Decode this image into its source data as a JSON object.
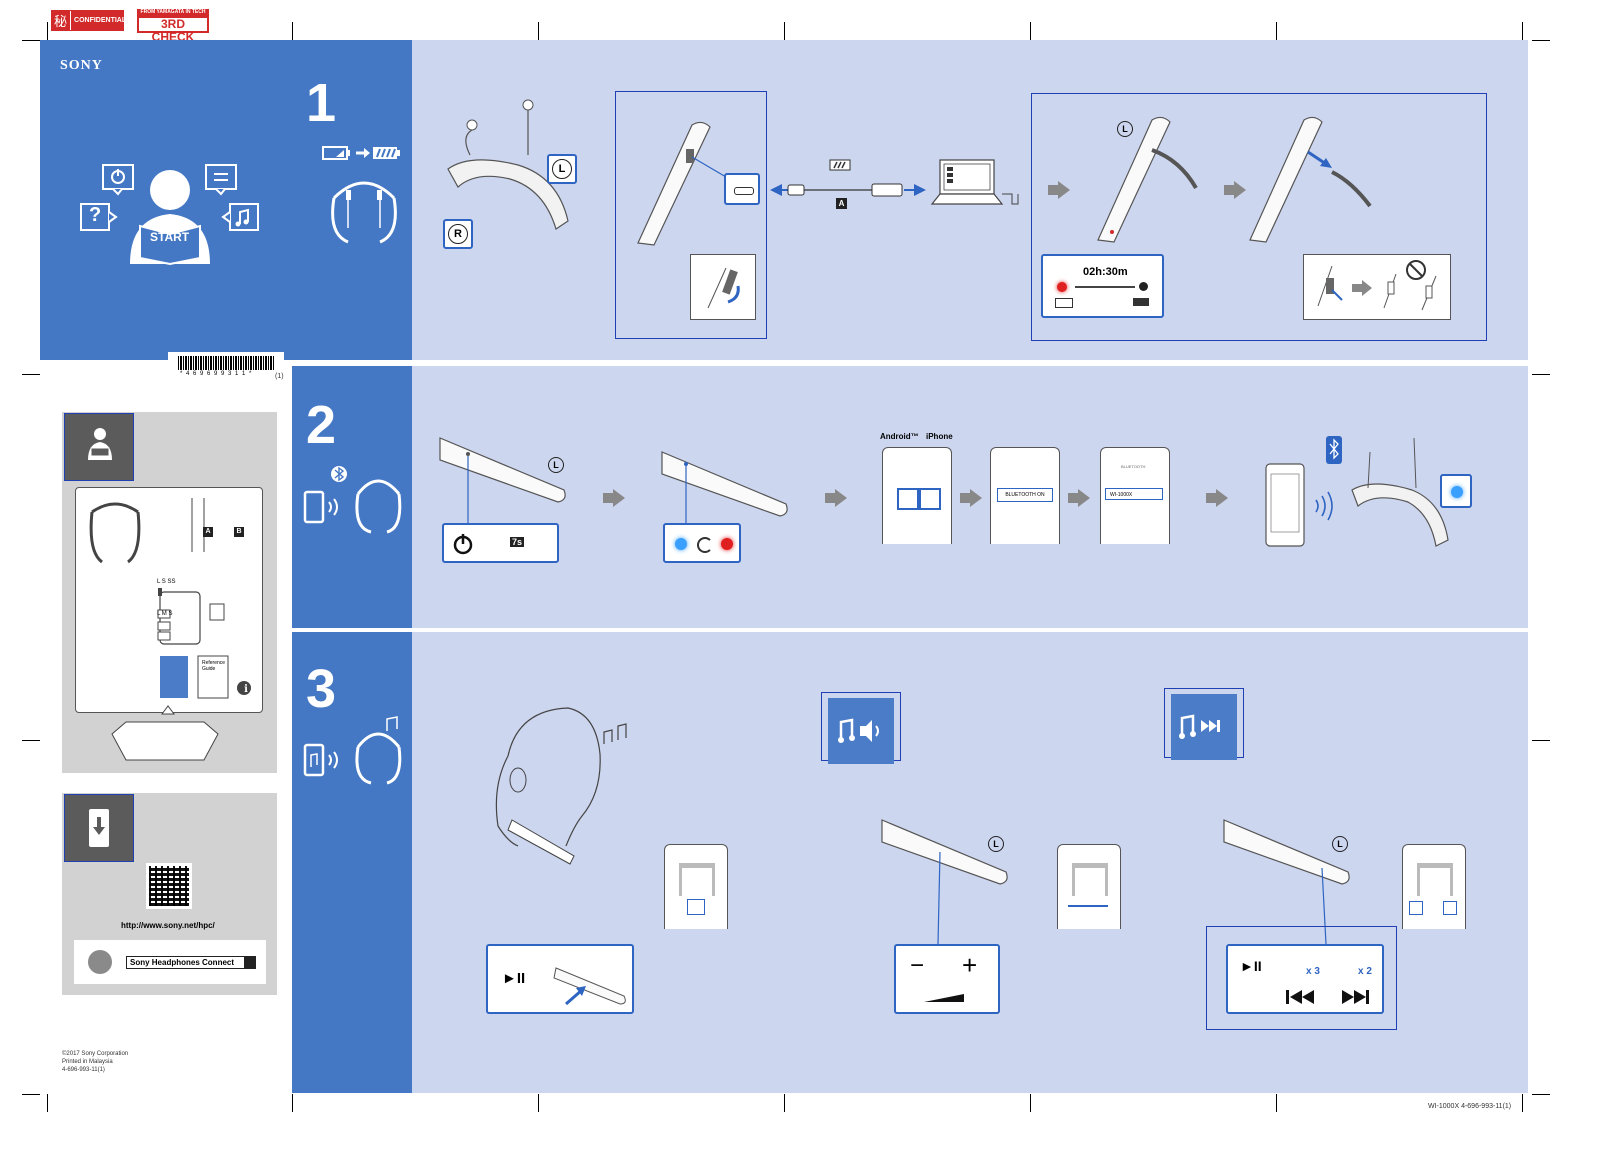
{
  "header": {
    "confidential_icon": "秘",
    "confidential_label": "CONFIDENTIAL",
    "stamp_top": "FROM YAMAGATA IN TECH",
    "stamp_main": "3RD CHECK"
  },
  "cover": {
    "brand": "SONY",
    "model": "WI-1000X",
    "barcode_digits": "* 4 6 9 6 9 9 3 1 1 *",
    "barcode_suffix": "(1)",
    "start_label": "START",
    "question_mark": "?"
  },
  "contents": {
    "size_labels_top": "L  S  SS",
    "size_labels_bottom": "L  M  S",
    "cable_a": "A",
    "cable_b": "B",
    "guide_title": "Reference Guide",
    "info_icon": "i"
  },
  "app_panel": {
    "url": "http://www.sony.net/hpc/",
    "app_name": "Sony Headphones Connect"
  },
  "footer": {
    "copyright": "©2017  Sony Corporation",
    "printed": "Printed in Malaysia",
    "code": "4-696-993-11(1)",
    "bottom_right": "WI-1000X   4-696-993-11(1)"
  },
  "steps": {
    "step1": {
      "number": "1",
      "left_label": "L",
      "right_label": "R",
      "cable_label": "A",
      "charge_time": "02h:30m"
    },
    "step2": {
      "number": "2",
      "left_label": "L",
      "android_label": "Android™",
      "iphone_label": "iPhone",
      "bluetooth_on": "BLUETOOTH ON",
      "bluetooth_title": "BLUETOOTH",
      "device_name": "WI-1000X",
      "hold_seconds": "7s"
    },
    "step3": {
      "number": "3",
      "left_label": "L",
      "minus": "−",
      "plus": "+",
      "play_pause": "►II",
      "times3": "x 3",
      "times2": "x 2"
    }
  },
  "colors": {
    "blue_band": "#4477c4",
    "lavender": "#cdd6ef",
    "grey_panel": "#d2d2d2",
    "frame_blue": "#1f3fb2",
    "callout_blue": "#2e64c2",
    "stamp_red": "#d22a2a"
  }
}
